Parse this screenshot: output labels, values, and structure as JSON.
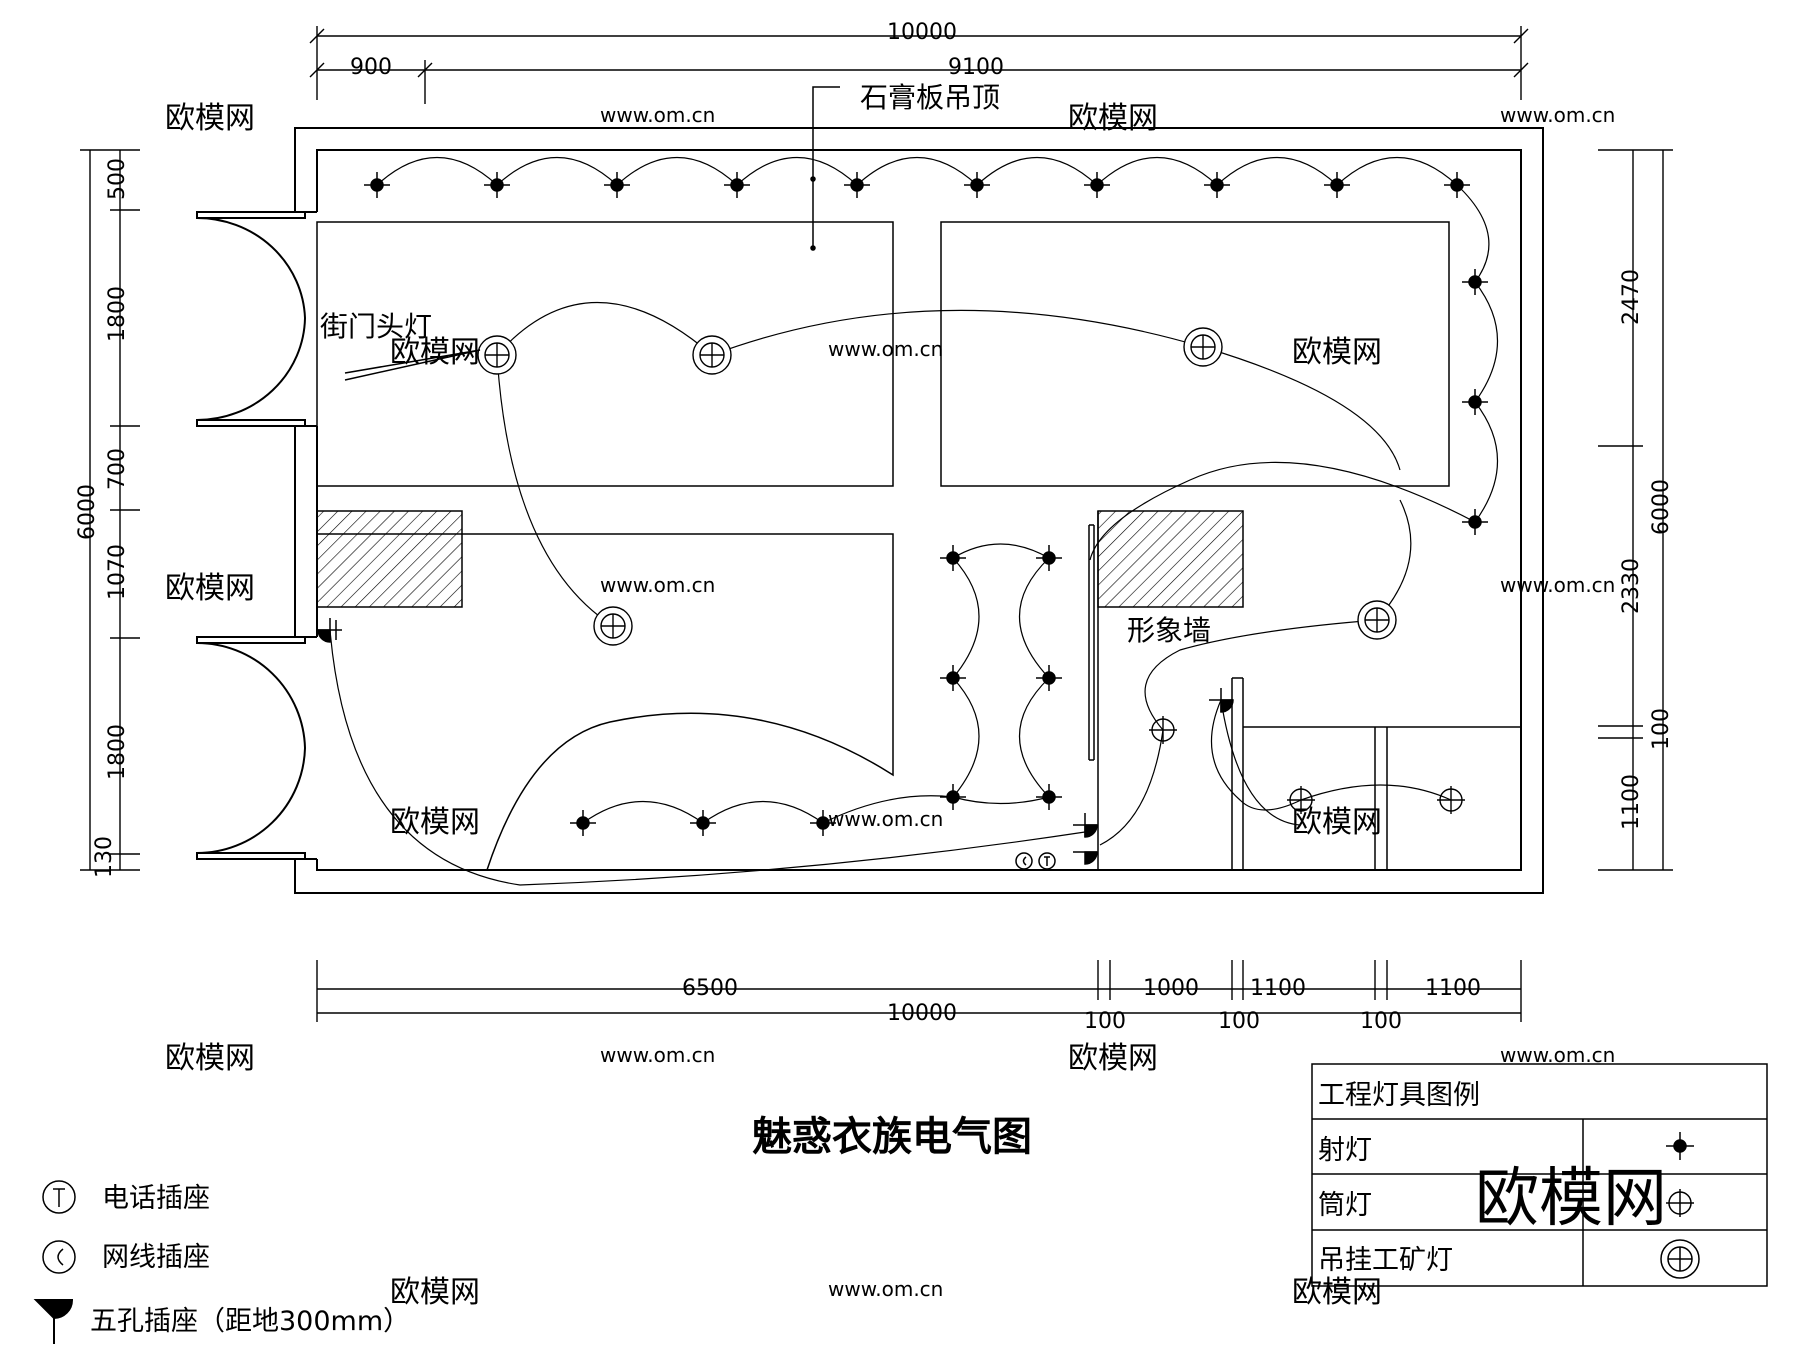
{
  "title": "魅惑衣族电气图",
  "labels": {
    "ceiling": "石膏板吊顶",
    "facade_light": "街门头灯",
    "image_wall": "形象墙"
  },
  "dimensions": {
    "top_total": "10000",
    "top_left": "900",
    "top_right": "9100",
    "left_total": "6000",
    "left_segments": [
      "500",
      "1800",
      "700",
      "1070",
      "1800",
      "130"
    ],
    "right_total": "6000",
    "right_segments": [
      "2470",
      "2330",
      "100",
      "1100"
    ],
    "bottom_total": "10000",
    "bottom_main": "6500",
    "bottom_rooms": [
      "1000",
      "1100",
      "1100"
    ],
    "bottom_gaps": [
      "100",
      "100",
      "100"
    ]
  },
  "legend": {
    "header": "工程灯具图例",
    "rows": [
      {
        "label": "射灯",
        "icon": "spotlight-icon"
      },
      {
        "label": "筒灯",
        "icon": "downlight-icon"
      },
      {
        "label": "吊挂工矿灯",
        "icon": "pendant-mining-light-icon"
      }
    ]
  },
  "sockets": [
    {
      "label": "电话插座",
      "icon": "telephone-socket-icon"
    },
    {
      "label": "网线插座",
      "icon": "network-socket-icon"
    },
    {
      "label": "五孔插座（距地300mm）",
      "icon": "five-hole-socket-icon"
    }
  ],
  "watermarks": {
    "brand": "欧模网",
    "url": "www.om.cn"
  }
}
